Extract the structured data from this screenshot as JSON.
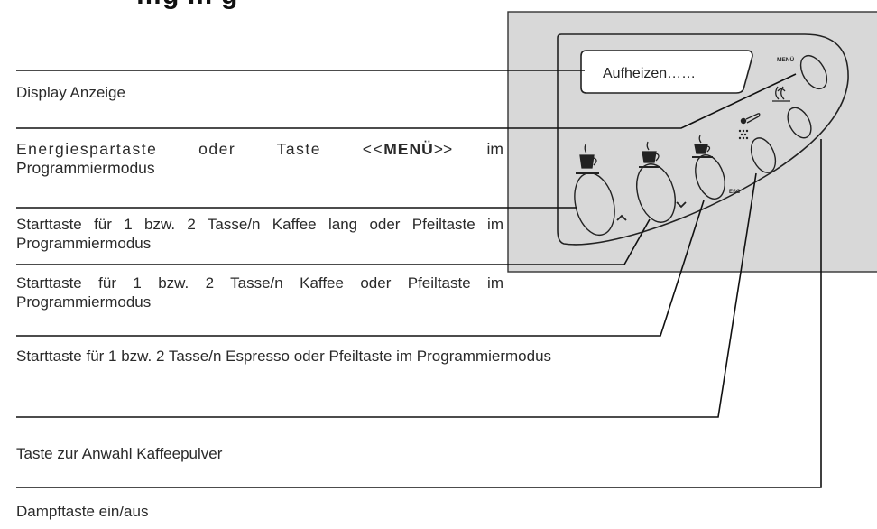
{
  "page": {
    "partial_title": "…g … g"
  },
  "display": {
    "text": "Aufheizen……"
  },
  "panel": {
    "menu_label": "MENÜ",
    "esc_label": "ESC"
  },
  "labels": [
    {
      "text": "Display Anzeige"
    },
    {
      "prefix": "Energiespartaste oder Taste <<",
      "bold": "MENÜ",
      "suffix": ">> im Programmiermodus"
    },
    {
      "text": "Starttaste für 1 bzw. 2 Tasse/n Kaffee lang oder Pfeiltaste im Programmiermodus"
    },
    {
      "text": "Starttaste für 1 bzw. 2 Tasse/n Kaffee oder Pfeiltaste im Programmiermodus"
    },
    {
      "text": "Starttaste für 1 bzw. 2 Tasse/n Espresso oder Pfeiltaste im Programmiermodus"
    },
    {
      "text": "Taste zur Anwahl Kaffeepulver"
    },
    {
      "text": "Dampftaste ein/aus"
    }
  ],
  "icons": [
    "cup-large-icon",
    "cup-medium-icon",
    "cup-small-icon",
    "powder-icon",
    "steam-icon",
    "arrow-up-icon",
    "arrow-down-icon"
  ]
}
